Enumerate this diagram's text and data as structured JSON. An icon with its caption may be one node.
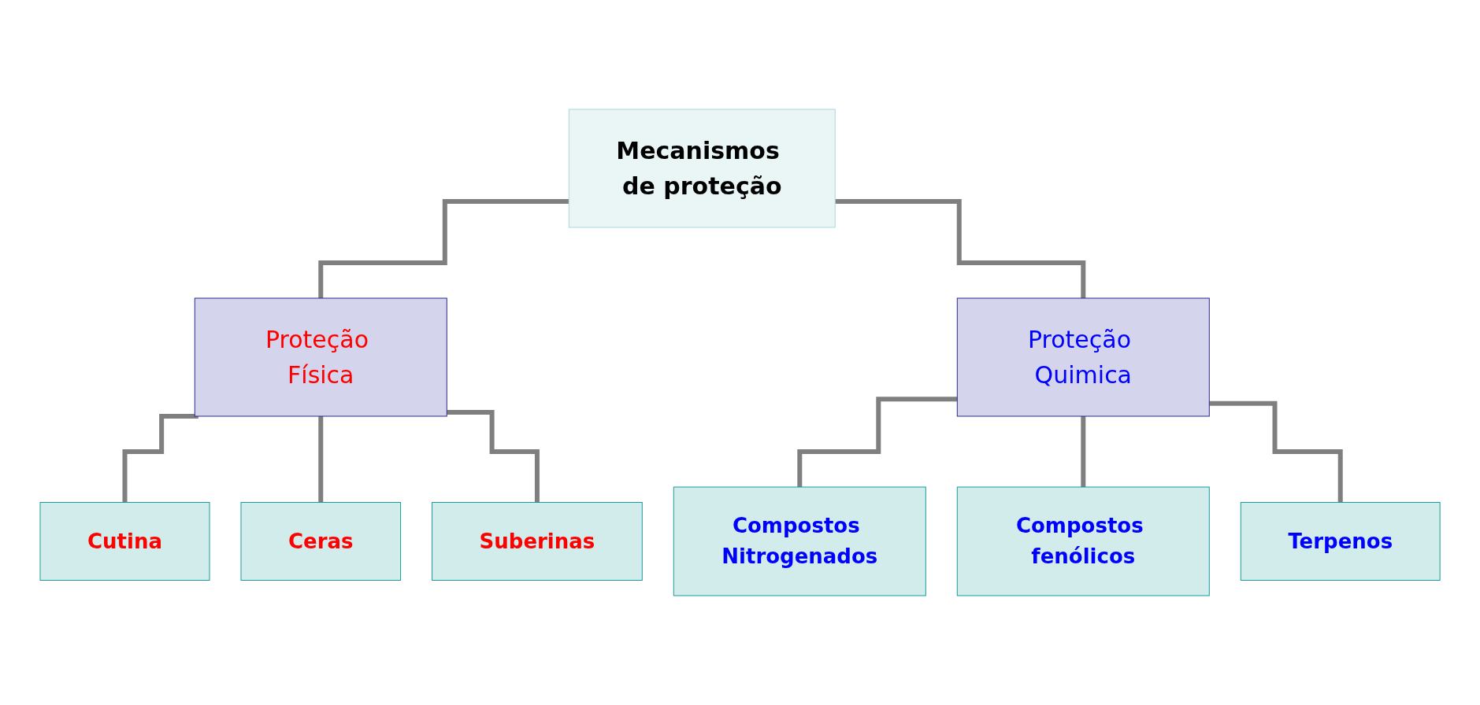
{
  "diagram": {
    "nodes": [
      {
        "text": [
          "Mecanismos de proteção"
        ]
      },
      {
        "text": [
          "Proteção Física"
        ]
      },
      {
        "text": [
          "Proteção Quimica"
        ]
      },
      {
        "text": [
          "Cutina"
        ]
      },
      {
        "text": [
          "Ceras"
        ]
      },
      {
        "text": [
          "Suberinas"
        ]
      },
      {
        "text": [
          "Compostos Nitrogenados"
        ]
      },
      {
        "text": [
          "Compostos fenólicos"
        ]
      },
      {
        "text": [
          "Terpenos"
        ]
      }
    ],
    "edges": [
      {
        "from": 0,
        "to": 1,
        "arrow": "none"
      },
      {
        "from": 0,
        "to": 2,
        "arrow": "none"
      },
      {
        "from": 1,
        "to": 3,
        "arrow": "none"
      },
      {
        "from": 1,
        "to": 4,
        "arrow": "none"
      },
      {
        "from": 1,
        "to": 5,
        "arrow": "none"
      },
      {
        "from": 2,
        "to": 6,
        "arrow": "none"
      },
      {
        "from": 2,
        "to": 7,
        "arrow": "none"
      },
      {
        "from": 2,
        "to": 8,
        "arrow": "none"
      }
    ]
  }
}
